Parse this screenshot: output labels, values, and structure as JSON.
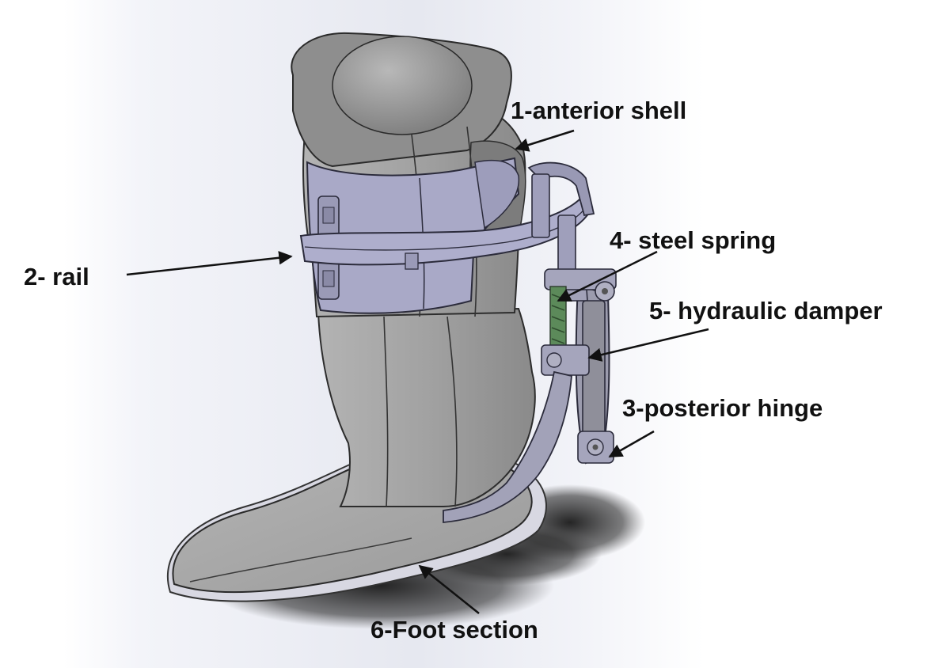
{
  "labels": {
    "anterior_shell": "1-anterior shell",
    "rail": "2- rail",
    "posterior_hinge": "3-posterior hinge",
    "steel_spring": "4- steel spring",
    "hydraulic_damper": "5- hydraulic damper",
    "foot_section": "6-Foot section"
  },
  "colors": {
    "shell_gray": "#9c9c9c",
    "shell_dark": "#7c7c7c",
    "strap_lavender": "#a9a9c7",
    "rail_lavender": "#aeaecc",
    "hinge_gray": "#8f8f9a",
    "spring_green": "#5c8a5a",
    "arrow": "#111111",
    "text": "#111111"
  }
}
